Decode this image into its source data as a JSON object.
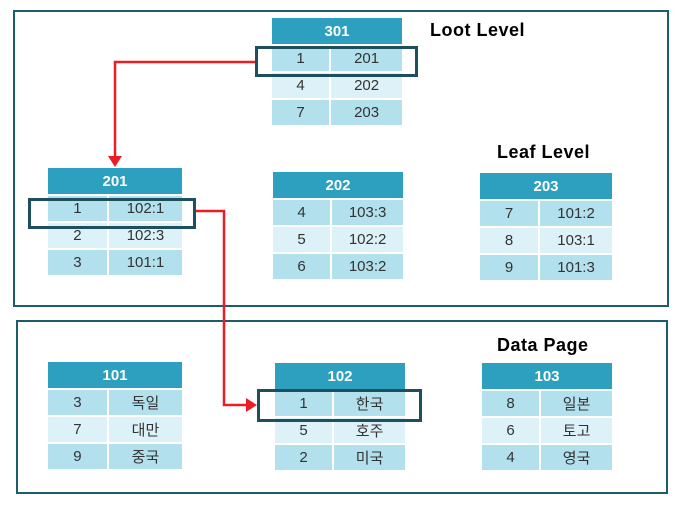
{
  "labels": {
    "root_level": "Loot Level",
    "leaf_level": "Leaf Level",
    "data_page": "Data Page"
  },
  "colors": {
    "header_bg": "#2EA0BF",
    "row_dark": "#B3E0ED",
    "row_light": "#DDF1F8",
    "section_border": "#1D5D6B",
    "highlight_border": "#1D4F5C",
    "arrow": "#EC1C24",
    "cell_text": "#333333",
    "header_text": "#FFFFFF"
  },
  "tables": {
    "p301": {
      "title": "301",
      "rows": [
        {
          "key": "1",
          "val": "201"
        },
        {
          "key": "4",
          "val": "202"
        },
        {
          "key": "7",
          "val": "203"
        }
      ]
    },
    "p201": {
      "title": "201",
      "rows": [
        {
          "key": "1",
          "val": "102:1"
        },
        {
          "key": "2",
          "val": "102:3"
        },
        {
          "key": "3",
          "val": "101:1"
        }
      ]
    },
    "p202": {
      "title": "202",
      "rows": [
        {
          "key": "4",
          "val": "103:3"
        },
        {
          "key": "5",
          "val": "102:2"
        },
        {
          "key": "6",
          "val": "103:2"
        }
      ]
    },
    "p203": {
      "title": "203",
      "rows": [
        {
          "key": "7",
          "val": "101:2"
        },
        {
          "key": "8",
          "val": "103:1"
        },
        {
          "key": "9",
          "val": "101:3"
        }
      ]
    },
    "p101": {
      "title": "101",
      "rows": [
        {
          "key": "3",
          "val": "독일"
        },
        {
          "key": "7",
          "val": "대만"
        },
        {
          "key": "9",
          "val": "중국"
        }
      ]
    },
    "p102": {
      "title": "102",
      "rows": [
        {
          "key": "1",
          "val": "한국"
        },
        {
          "key": "5",
          "val": "호주"
        },
        {
          "key": "2",
          "val": "미국"
        }
      ]
    },
    "p103": {
      "title": "103",
      "rows": [
        {
          "key": "8",
          "val": "일본"
        },
        {
          "key": "6",
          "val": "토고"
        },
        {
          "key": "4",
          "val": "영국"
        }
      ]
    }
  }
}
